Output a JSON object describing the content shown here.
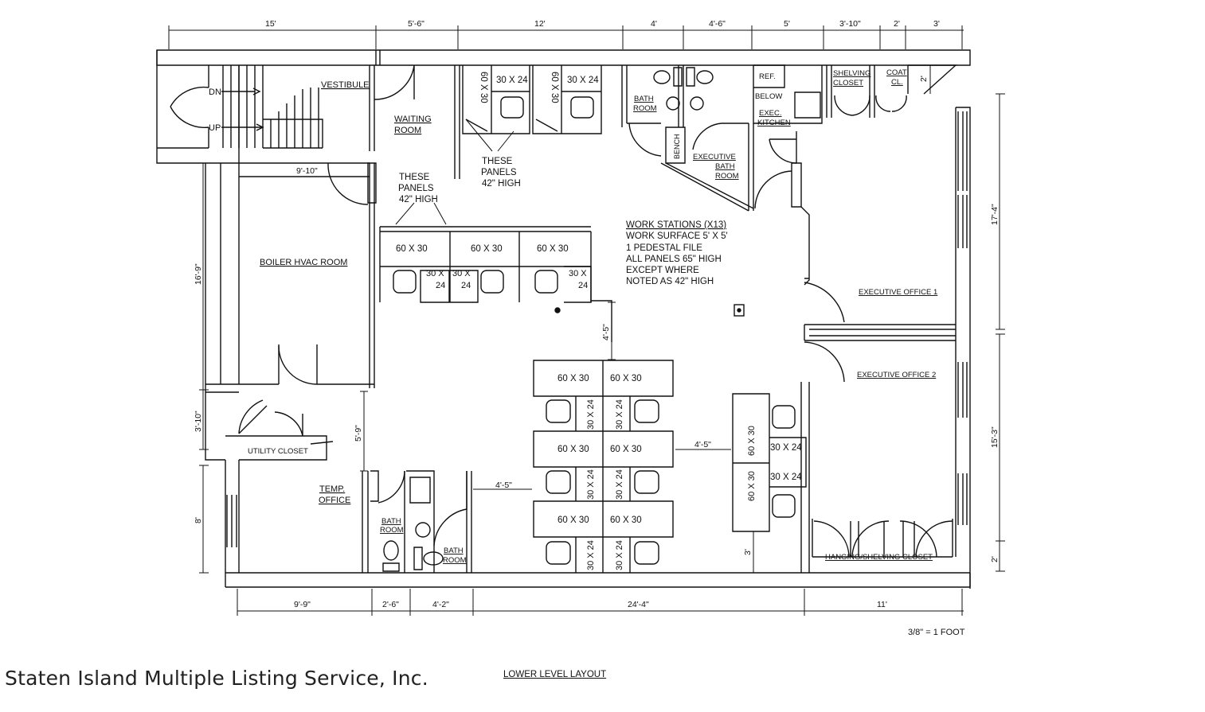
{
  "plan": {
    "caption": "LOWER LEVEL LAYOUT",
    "scale_note": "3/8\" = 1 FOOT",
    "watermark": "Staten Island Multiple Listing Service, Inc.",
    "rooms": {
      "vestibule": "VESTIBULE",
      "waiting": [
        "WAITING",
        "ROOM"
      ],
      "boiler": "BOILER HVAC ROOM",
      "utility": "UTILITY CLOSET",
      "temp_office": [
        "TEMP.",
        "OFFICE"
      ],
      "bath": [
        "BATH",
        "ROOM"
      ],
      "exec_bath": [
        "EXECUTIVE",
        "BATH",
        "ROOM"
      ],
      "bench": "BENCH",
      "ref": "REF.",
      "below": "BELOW",
      "exec_kitchen": [
        "EXEC.",
        "KITCHEN"
      ],
      "shelving_closet": [
        "SHELVING",
        "CLOSET"
      ],
      "coat": [
        "COAT",
        "CL."
      ],
      "exec_office_1": "EXECUTIVE OFFICE  1",
      "exec_office_2": "EXECUTIVE OFFICE  2",
      "hanging_closet": "HANGING/SHELVING CLOSET",
      "dn": "DN",
      "up": "UP"
    },
    "notes": {
      "panels_a": [
        "THESE",
        "PANELS",
        "42\" HIGH"
      ],
      "panels_b": [
        "THESE",
        "PANELS",
        "42\" HIGH"
      ],
      "workstations": [
        "WORK STATIONS (X13)",
        "WORK SURFACE 5' X 5'",
        "1 PEDESTAL FILE",
        "ALL PANELS 65\" HIGH",
        "EXCEPT WHERE",
        "NOTED AS 42\" HIGH"
      ]
    },
    "desk_labels": {
      "d6030": "60 X 30",
      "d3024": "30 X 24",
      "d30x": "30 X",
      "d24": "24"
    },
    "dims_top": [
      "15'",
      "5'-6\"",
      "12'",
      "4'",
      "4'-6\"",
      "5'",
      "3'-10\"",
      "2'",
      "3'"
    ],
    "dims_bottom": [
      "9'-9\"",
      "2'-6\"",
      "4'-2\"",
      "24'-4\"",
      "11'"
    ],
    "dims_left": [
      "16'-9\"",
      "3'-10\"",
      "8'",
      "5'-9\""
    ],
    "dims_right": [
      "17'-4\"",
      "15'-3\"",
      "2'"
    ],
    "dims_inner": [
      "9'-10\"",
      "4'-5\"",
      "4'-5\"",
      "4'-5\"",
      "3'",
      "2'"
    ]
  }
}
